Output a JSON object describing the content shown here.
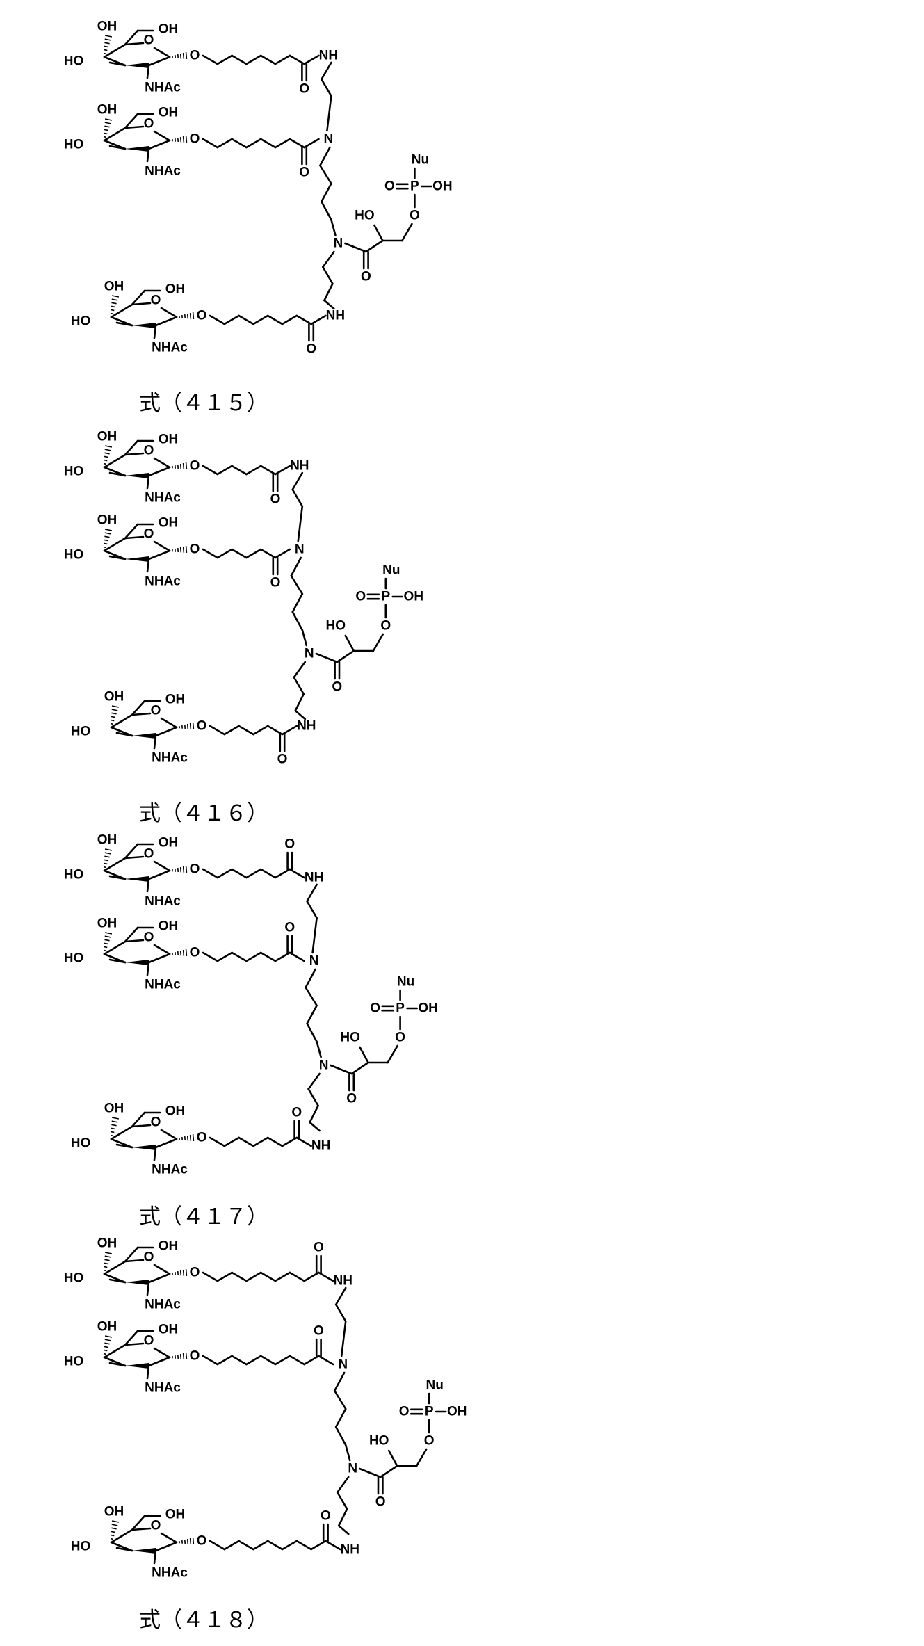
{
  "structures": [
    {
      "caption": "式（４１５）",
      "labels": {
        "n": "N",
        "nh": "NH",
        "o": "O",
        "ho": "HO",
        "oh": "OH",
        "nhac": "NHAc",
        "nu": "Nu",
        "p": "P"
      },
      "branches": [
        {
          "chain_bonds": 6,
          "carbonyl_up": false
        },
        {
          "chain_bonds": 6,
          "carbonyl_up": false
        },
        {
          "chain_bonds": 6,
          "carbonyl_up": false
        }
      ]
    },
    {
      "caption": "式（４１６）",
      "labels": {
        "n": "N",
        "nh": "NH",
        "o": "O",
        "ho": "HO",
        "oh": "OH",
        "nhac": "NHAc",
        "nu": "Nu",
        "p": "P"
      },
      "branches": [
        {
          "chain_bonds": 4,
          "carbonyl_up": false
        },
        {
          "chain_bonds": 4,
          "carbonyl_up": false
        },
        {
          "chain_bonds": 4,
          "carbonyl_up": false
        }
      ]
    },
    {
      "caption": "式（４１７）",
      "labels": {
        "n": "N",
        "nh": "NH",
        "o": "O",
        "ho": "HO",
        "oh": "OH",
        "nhac": "NHAc",
        "nu": "Nu",
        "p": "P"
      },
      "branches": [
        {
          "chain_bonds": 5,
          "carbonyl_up": true
        },
        {
          "chain_bonds": 5,
          "carbonyl_up": true
        },
        {
          "chain_bonds": 5,
          "carbonyl_up": true
        }
      ]
    },
    {
      "caption": "式（４１８）",
      "labels": {
        "n": "N",
        "nh": "NH",
        "o": "O",
        "ho": "HO",
        "oh": "OH",
        "nhac": "NHAc",
        "nu": "Nu",
        "p": "P"
      },
      "branches": [
        {
          "chain_bonds": 7,
          "carbonyl_up": true
        },
        {
          "chain_bonds": 7,
          "carbonyl_up": true
        },
        {
          "chain_bonds": 7,
          "carbonyl_up": true
        }
      ]
    }
  ]
}
